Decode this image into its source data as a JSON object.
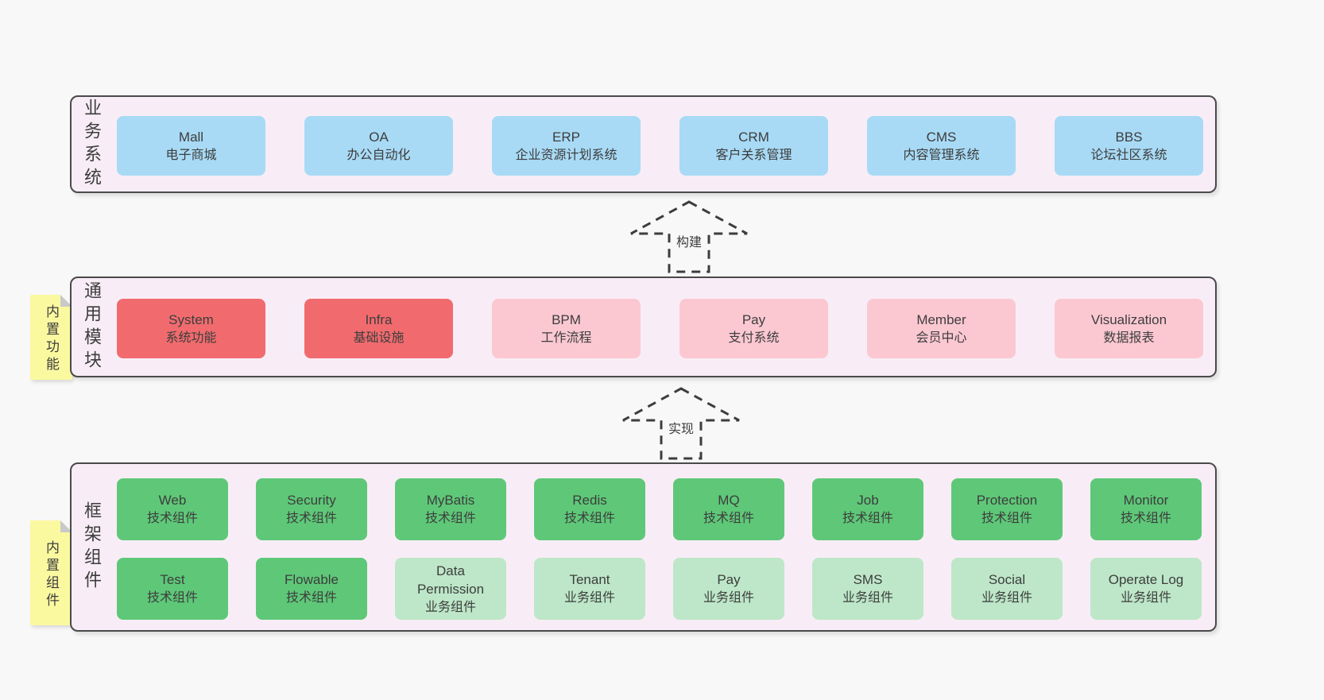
{
  "page": {
    "background": "#f8f8f8"
  },
  "palette": {
    "panel_bg": "#f8edf6",
    "panel_border": "#4a4a4a",
    "blue": "#a8daf5",
    "red": "#f16b6e",
    "pink": "#fbc8d2",
    "green": "#5ec878",
    "green_light": "#bde7c8",
    "sticky_yellow": "#fbf9a0",
    "text": "#3d3d3d"
  },
  "arrows": {
    "build": "构建",
    "implement": "实现"
  },
  "sections": {
    "business": {
      "label": "业务系统",
      "boxes": [
        {
          "en": "Mall",
          "zh": "电子商城"
        },
        {
          "en": "OA",
          "zh": "办公自动化"
        },
        {
          "en": "ERP",
          "zh": "企业资源计划系统"
        },
        {
          "en": "CRM",
          "zh": "客户关系管理"
        },
        {
          "en": "CMS",
          "zh": "内容管理系统"
        },
        {
          "en": "BBS",
          "zh": "论坛社区系统"
        }
      ]
    },
    "modules": {
      "label": "通用模块",
      "note": "内置功能",
      "boxes": [
        {
          "en": "System",
          "zh": "系统功能",
          "variant": "strong"
        },
        {
          "en": "Infra",
          "zh": "基础设施",
          "variant": "strong"
        },
        {
          "en": "BPM",
          "zh": "工作流程",
          "variant": "light"
        },
        {
          "en": "Pay",
          "zh": "支付系统",
          "variant": "light"
        },
        {
          "en": "Member",
          "zh": "会员中心",
          "variant": "light"
        },
        {
          "en": "Visualization",
          "zh": "数据报表",
          "variant": "light"
        }
      ]
    },
    "components": {
      "label": "框架组件",
      "note": "内置组件",
      "row1": [
        {
          "en": "Web",
          "zh": "技术组件"
        },
        {
          "en": "Security",
          "zh": "技术组件"
        },
        {
          "en": "MyBatis",
          "zh": "技术组件"
        },
        {
          "en": "Redis",
          "zh": "技术组件"
        },
        {
          "en": "MQ",
          "zh": "技术组件"
        },
        {
          "en": "Job",
          "zh": "技术组件"
        },
        {
          "en": "Protection",
          "zh": "技术组件"
        },
        {
          "en": "Monitor",
          "zh": "技术组件"
        }
      ],
      "row2": [
        {
          "en": "Test",
          "zh": "技术组件",
          "variant": "tech"
        },
        {
          "en": "Flowable",
          "zh": "技术组件",
          "variant": "tech"
        },
        {
          "en": "Data Permission",
          "zh": "业务组件",
          "variant": "business"
        },
        {
          "en": "Tenant",
          "zh": "业务组件",
          "variant": "business"
        },
        {
          "en": "Pay",
          "zh": "业务组件",
          "variant": "business"
        },
        {
          "en": "SMS",
          "zh": "业务组件",
          "variant": "business"
        },
        {
          "en": "Social",
          "zh": "业务组件",
          "variant": "business"
        },
        {
          "en": "Operate Log",
          "zh": "业务组件",
          "variant": "business"
        }
      ]
    }
  }
}
